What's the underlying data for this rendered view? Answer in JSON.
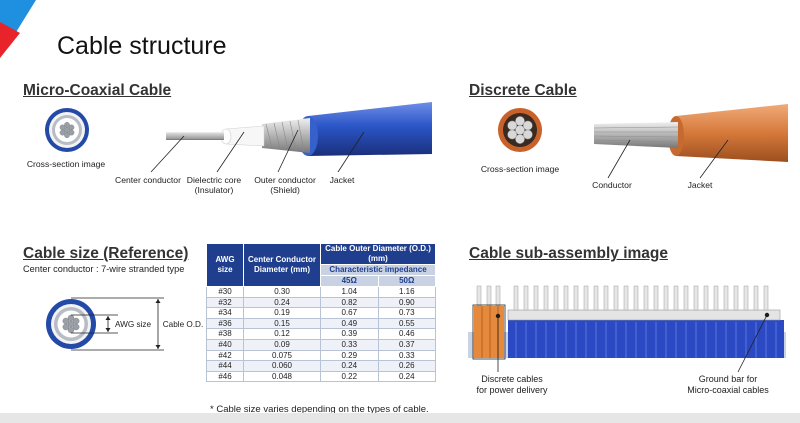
{
  "page": {
    "title": "Cable structure"
  },
  "colors": {
    "accent_red": "#e8242a",
    "accent_blue": "#1f8fe0",
    "jacket_blue": "#2b56c8",
    "jacket_orange": "#d6793b",
    "table_header": "#1f3f8e"
  },
  "micro_coax": {
    "title": "Micro-Coaxial Cable",
    "cross_section_label": "Cross-section image",
    "labels": {
      "center": "Center conductor",
      "dielectric": [
        "Dielectric core",
        "(Insulator)"
      ],
      "outer": [
        "Outer conductor",
        "(Shield)"
      ],
      "jacket": "Jacket"
    }
  },
  "discrete": {
    "title": "Discrete Cable",
    "cross_section_label": "Cross-section image",
    "labels": {
      "conductor": "Conductor",
      "jacket": "Jacket"
    }
  },
  "cable_size": {
    "title": "Cable size (Reference)",
    "subtitle": "Center conductor : 7-wire stranded type",
    "awg_label": "AWG size",
    "od_label": "Cable O.D.",
    "table": {
      "h_awg": [
        "AWG",
        "size"
      ],
      "h_center": [
        "Center Conductor",
        "Diameter (mm)"
      ],
      "h_od": [
        "Cable Outer Diameter (O.D.)",
        "(mm)"
      ],
      "h_impedance": "Characteristic impedance",
      "h_45": "45Ω",
      "h_50": "50Ω",
      "rows": [
        [
          "#30",
          "0.30",
          "1.04",
          "1.16"
        ],
        [
          "#32",
          "0.24",
          "0.82",
          "0.90"
        ],
        [
          "#34",
          "0.19",
          "0.67",
          "0.73"
        ],
        [
          "#36",
          "0.15",
          "0.49",
          "0.55"
        ],
        [
          "#38",
          "0.12",
          "0.39",
          "0.46"
        ],
        [
          "#40",
          "0.09",
          "0.33",
          "0.37"
        ],
        [
          "#42",
          "0.075",
          "0.29",
          "0.33"
        ],
        [
          "#44",
          "0.060",
          "0.24",
          "0.26"
        ],
        [
          "#46",
          "0.048",
          "0.22",
          "0.24"
        ]
      ]
    },
    "note": "* Cable size varies depending on the types of cable."
  },
  "subassembly": {
    "title": "Cable sub-assembly image",
    "discrete_label": [
      "Discrete cables",
      "for power delivery"
    ],
    "ground_label": [
      "Ground bar for",
      "Micro-coaxial cables"
    ]
  }
}
